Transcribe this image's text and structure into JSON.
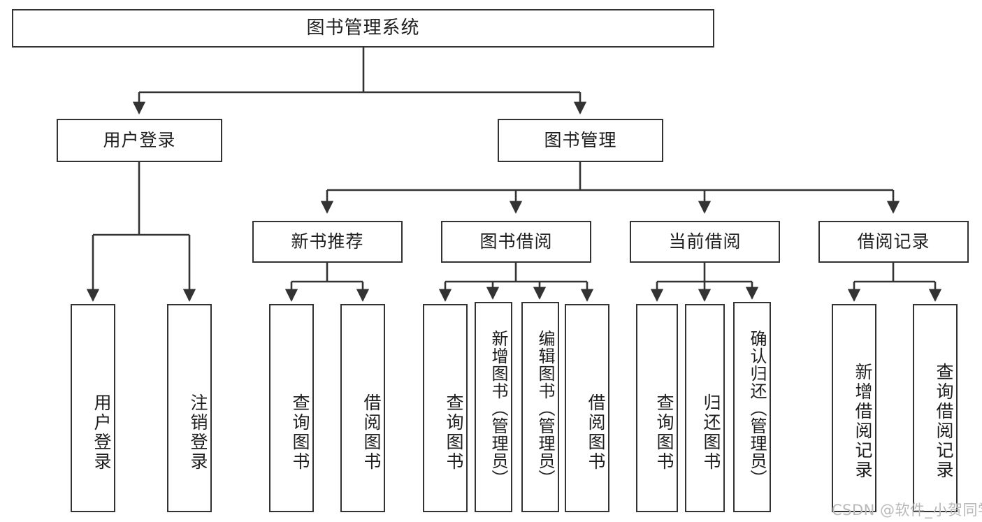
{
  "diagram": {
    "title": "图书管理系统",
    "type": "tree-hierarchy",
    "watermark": "CSDN @软件_小贺同学",
    "colors": {
      "background": "#ffffff",
      "node_border": "#333333",
      "node_fill": "#ffffff",
      "text": "#1d1d1d",
      "edge": "#333333",
      "watermark": "#b9b9b9"
    },
    "root": {
      "id": "root",
      "label": "图书管理系统"
    },
    "level2": [
      {
        "id": "user-login",
        "label": "用户登录"
      },
      {
        "id": "book-manage",
        "label": "图书管理"
      }
    ],
    "level3": [
      {
        "id": "new-book-recommend",
        "label": "新书推荐",
        "parent": "book-manage"
      },
      {
        "id": "book-borrow",
        "label": "图书借阅",
        "parent": "book-manage"
      },
      {
        "id": "current-borrow",
        "label": "当前借阅",
        "parent": "book-manage"
      },
      {
        "id": "borrow-record",
        "label": "借阅记录",
        "parent": "book-manage"
      }
    ],
    "leaves": {
      "user-login": [
        {
          "id": "leaf-user-login",
          "label": "用户登录"
        },
        {
          "id": "leaf-user-logout",
          "label": "注销登录"
        }
      ],
      "new-book-recommend": [
        {
          "id": "leaf-query-book-1",
          "label": "查询图书"
        },
        {
          "id": "leaf-borrow-book-1",
          "label": "借阅图书"
        }
      ],
      "book-borrow": [
        {
          "id": "leaf-query-book-2",
          "label": "查询图书"
        },
        {
          "id": "leaf-add-book",
          "label": "新增图书（管理员）"
        },
        {
          "id": "leaf-edit-book",
          "label": "编辑图书（管理员）"
        },
        {
          "id": "leaf-borrow-book-2",
          "label": "借阅图书"
        }
      ],
      "current-borrow": [
        {
          "id": "leaf-query-book-3",
          "label": "查询图书"
        },
        {
          "id": "leaf-return-book",
          "label": "归还图书"
        },
        {
          "id": "leaf-confirm-return",
          "label": "确认归还（管理员）"
        }
      ],
      "borrow-record": [
        {
          "id": "leaf-add-record",
          "label": "新增借阅记录"
        },
        {
          "id": "leaf-query-record",
          "label": "查询借阅记录"
        }
      ]
    }
  }
}
